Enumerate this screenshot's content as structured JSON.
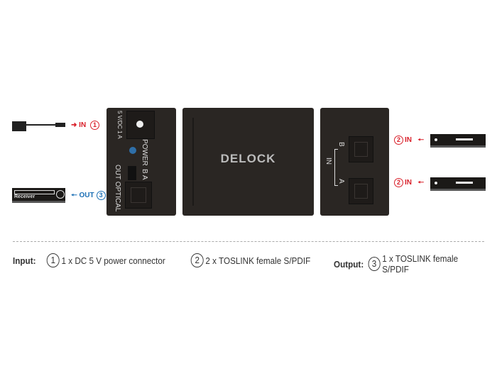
{
  "left_panel": {
    "power_label": "5 V/DC 1 A",
    "power_text": "POWER",
    "switch_labels": "B  A",
    "out_label": "OUT OPTICAL"
  },
  "center_panel": {
    "logo": "DELOCK"
  },
  "right_panel": {
    "in_label": "IN",
    "port_b": "B",
    "port_a": "A"
  },
  "annotations": {
    "in_1": "IN",
    "in_1_num": "1",
    "out_3": "OUT",
    "out_3_num": "3",
    "in_2_top": "IN",
    "in_2_bottom": "IN",
    "in_2_num": "2",
    "receiver": "Receiver"
  },
  "legend": {
    "input_label": "Input:",
    "item1_num": "1",
    "item1": "1 x DC 5 V power connector",
    "item2_num": "2",
    "item2": "2 x TOSLINK female S/PDIF",
    "output_label": "Output:",
    "item3_num": "3",
    "item3": "1 x TOSLINK female S/PDIF"
  },
  "colors": {
    "device": "#2a2623",
    "input_arrow": "#d9202a",
    "output_arrow": "#1b6fb5"
  }
}
